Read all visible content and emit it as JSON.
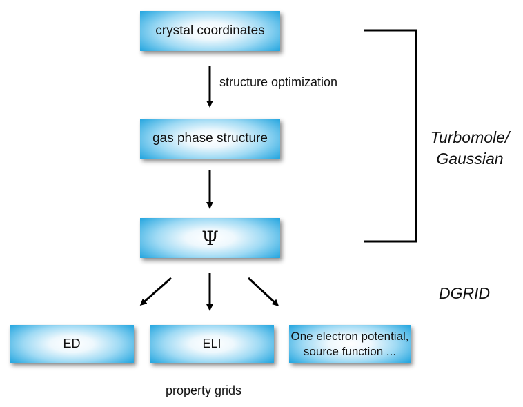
{
  "nodes": {
    "crystal": {
      "label": "crystal coordinates"
    },
    "gas": {
      "label": "gas phase structure"
    },
    "psi": {
      "label": "Ψ"
    },
    "ed": {
      "label": "ED"
    },
    "eli": {
      "label": "ELI"
    },
    "oep": {
      "line1": "One electron potential,",
      "line2": "source function ..."
    }
  },
  "edges": {
    "crystal_to_gas": {
      "label": "structure optimization"
    }
  },
  "groups": {
    "turbomole": {
      "line1": "Turbomole/",
      "line2": "Gaussian"
    },
    "dgrid": {
      "label": "DGRID"
    }
  },
  "caption": "property grids",
  "colors": {
    "box_edge": "#2aa8e0",
    "box_center": "#ffffff",
    "line": "#000000"
  }
}
